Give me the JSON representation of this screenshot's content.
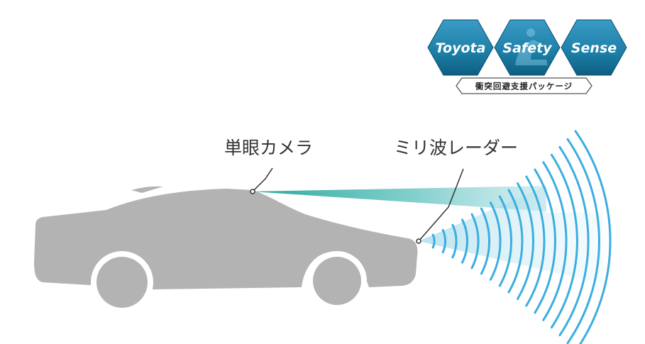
{
  "logo": {
    "words": [
      "Toyota",
      "Safety",
      "Sense"
    ],
    "tagline": "衝突回避支援パッケージ",
    "hex_color": "#1c7ea6",
    "hex_dark": "#0e5e82"
  },
  "labels": {
    "camera": "単眼カメラ",
    "radar": "ミリ波レーダー"
  },
  "colors": {
    "car": "#b3b3b3",
    "camera_beam": "#33b5a8",
    "radar_waves": "#3aaee0",
    "leader_line": "#333333"
  }
}
